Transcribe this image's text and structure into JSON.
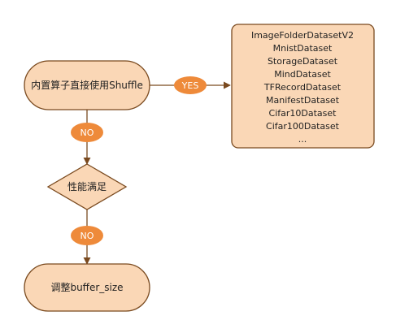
{
  "diagram": {
    "start_node": {
      "text": "内置算子直接使用Shuffle"
    },
    "yes_label": "YES",
    "no_label_1": "NO",
    "decision_node": {
      "text": "性能满足"
    },
    "no_label_2": "NO",
    "end_node": {
      "text": "调整buffer_size"
    },
    "dataset_list": {
      "items": [
        "ImageFolderDatasetV2",
        "MnistDataset",
        "StorageDataset",
        "MindDataset",
        "TFRecordDataset",
        "ManifestDataset",
        "Cifar10Dataset",
        "Cifar100Dataset",
        "..."
      ]
    },
    "colors": {
      "node_fill": "#FAD7B6",
      "node_stroke": "#7A4A1F",
      "label_fill": "#EE8A3A",
      "connector": "#7A4A1F"
    }
  }
}
